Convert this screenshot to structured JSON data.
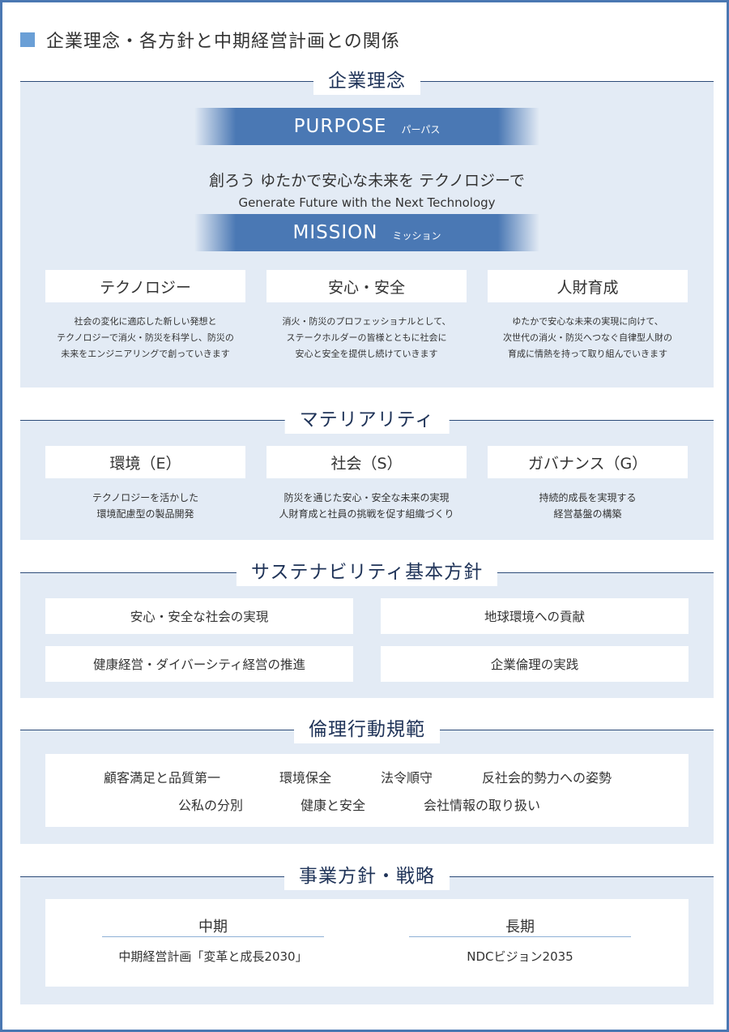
{
  "page_title": "企業理念・各方針と中期経営計画との関係",
  "philosophy": {
    "heading": "企業理念",
    "purpose_label": "PURPOSE",
    "purpose_kana": "パーパス",
    "purpose_ja": "創ろう ゆたかで安心な未来を テクノロジーで",
    "purpose_en": "Generate Future with the Next Technology",
    "mission_label": "MISSION",
    "mission_kana": "ミッション",
    "missions": [
      {
        "title": "テクノロジー",
        "lines": [
          "社会の変化に適応した新しい発想と",
          "テクノロジーで消火・防災を科学し、防災の",
          "未来をエンジニアリングで創っていきます"
        ]
      },
      {
        "title": "安心・安全",
        "lines": [
          "消火・防災のプロフェッショナルとして、",
          "ステークホルダーの皆様とともに社会に",
          "安心と安全を提供し続けていきます"
        ]
      },
      {
        "title": "人財育成",
        "lines": [
          "ゆたかで安心な未来の実現に向けて、",
          "次世代の消火・防災へつなぐ自律型人財の",
          "育成に情熱を持って取り組んでいきます"
        ]
      }
    ]
  },
  "materiality": {
    "heading": "マテリアリティ",
    "items": [
      {
        "title": "環境（E）",
        "lines": [
          "テクノロジーを活かした",
          "環境配慮型の製品開発"
        ]
      },
      {
        "title": "社会（S）",
        "lines": [
          "防災を通じた安心・安全な未来の実現",
          "人財育成と社員の挑戦を促す組織づくり"
        ]
      },
      {
        "title": "ガバナンス（G）",
        "lines": [
          "持続的成長を実現する",
          "経営基盤の構築"
        ]
      }
    ]
  },
  "sustainability": {
    "heading": "サステナビリティ基本方針",
    "items": [
      "安心・安全な社会の実現",
      "地球環境への貢献",
      "健康経営・ダイバーシティ経営の推進",
      "企業倫理の実践"
    ]
  },
  "ethics": {
    "heading": "倫理行動規範",
    "row1": [
      "顧客満足と品質第一",
      "環境保全",
      "法令順守",
      "反社会的勢力への姿勢"
    ],
    "row2": [
      "公私の分別",
      "健康と安全",
      "会社情報の取り扱い"
    ]
  },
  "strategy": {
    "heading": "事業方針・戦略",
    "mid_title": "中期",
    "mid_text": "中期経営計画「変革と成長2030」",
    "long_title": "長期",
    "long_text": "NDCビジョン2035"
  }
}
